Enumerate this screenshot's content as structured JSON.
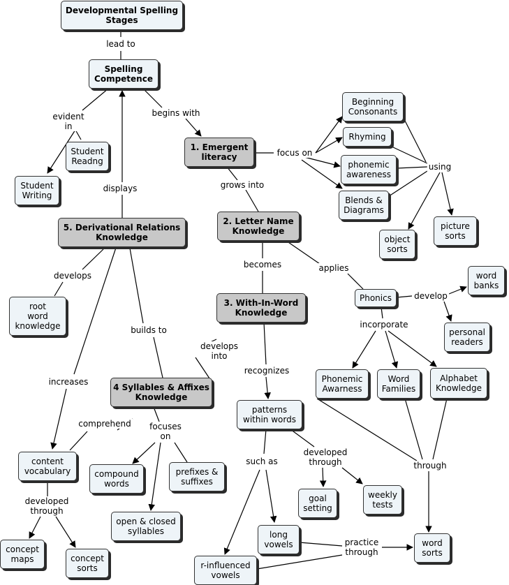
{
  "nodes": {
    "dev_spelling": "Developmental Spelling\nStages",
    "spelling_comp": "Spelling\nCompetence",
    "student_readng": "Student\nReadng",
    "student_writing": "Student\nWriting",
    "emergent": "1. Emergent\nliteracy",
    "beginning_cons": "Beginning\nConsonants",
    "rhyming": "Rhyming",
    "phonemic_aw": "phonemic\nawareness",
    "blends": "Blends &\nDiagrams",
    "object_sorts": "object\nsorts",
    "picture_sorts": "picture\nsorts",
    "letter_name": "2. Letter Name\nKnowledge",
    "derivational": "5. Derivational Relations\nKnowledge",
    "root_word": "root\nword\nknowledge",
    "within_word": "3. With-In-Word\nKnowledge",
    "phonics": "Phonics",
    "word_banks": "word\nbanks",
    "personal_readers": "personal\nreaders",
    "phonemic_awarness": "Phonemic\nAwarness",
    "word_families": "Word\nFamilies",
    "alphabet": "Alphabet\nKnowledge",
    "syllables": "4 Syllables & Affixes\nKnowledge",
    "content_vocab": "content\nvocabulary",
    "compound_words": "compound\nwords",
    "prefixes": "prefixes &\nsuffixes",
    "open_closed": "open & closed\nsyllables",
    "patterns": "patterns\nwithin words",
    "goal_setting": "goal\nsetting",
    "weekly_tests": "weekly\ntests",
    "long_vowels": "long\nvowels",
    "r_influenced": "r-influenced\nvowels",
    "word_sorts": "word\nsorts",
    "concept_maps": "concept\nmaps",
    "concept_sorts": "concept\nsorts"
  },
  "links": {
    "lead_to": "lead to",
    "evident_in": "evident\nin",
    "begins_with": "begins with",
    "focus_on": "focus on",
    "using": "using",
    "grows_into": "grows into",
    "displays": "displays",
    "becomes": "becomes",
    "applies": "applies",
    "develop": "develop",
    "incorporate": "incorporate",
    "develops": "develops",
    "builds_to": "builds to",
    "develops_into": "develops\ninto",
    "recognizes": "recognizes",
    "increases": "increases",
    "comprehend": "comprehend",
    "focuses_on": "focuses\non",
    "through": "through",
    "developed_through_a": "developed\nthrough",
    "such_as": "such as",
    "developed_through_b": "developed\nthrough",
    "practice_through": "practice\nthrough"
  }
}
